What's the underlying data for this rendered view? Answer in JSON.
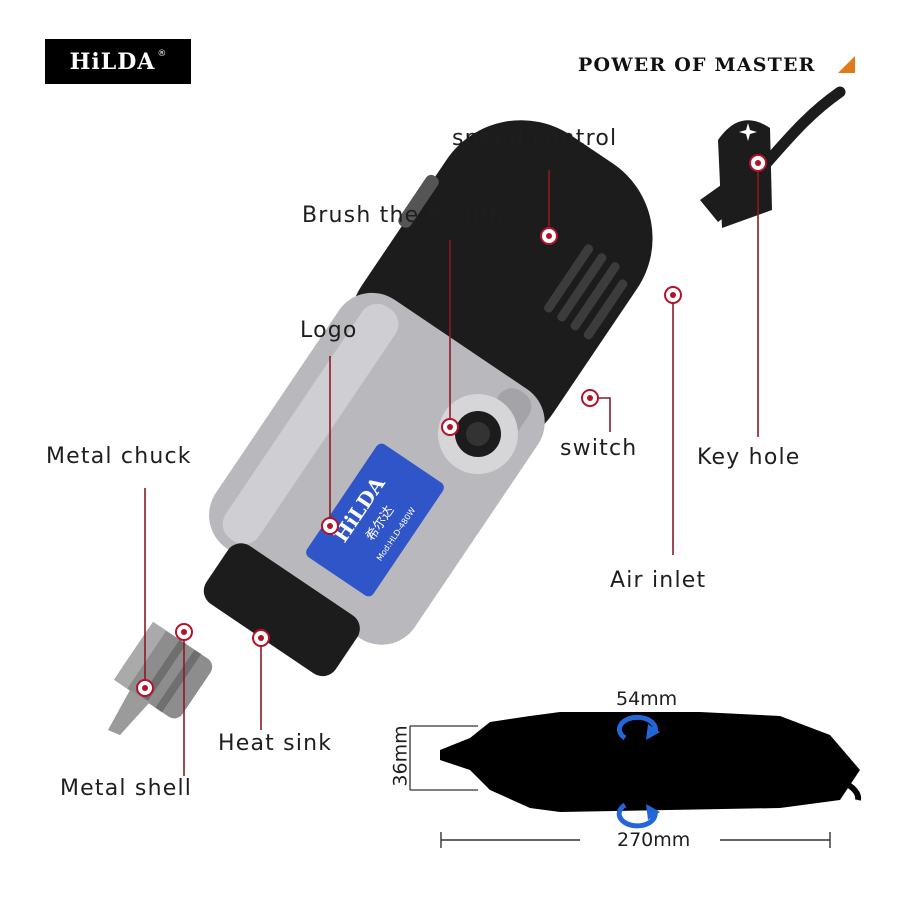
{
  "brand": {
    "name": "HiLDA",
    "registered_mark": "®",
    "tagline": "POWER OF MASTER"
  },
  "product_badge": {
    "brand": "HiLDA",
    "chinese_name": "希尔达",
    "model": "Mod:HLD-480W"
  },
  "callouts": {
    "speed_control": "speed control",
    "brush_the_mouth": "Brush the mouth",
    "logo": "Logo",
    "metal_chuck": "Metal chuck",
    "switch": "switch",
    "key_hole": "Key hole",
    "air_inlet": "Air inlet",
    "heat_sink": "Heat sink",
    "metal_shell": "Metal shell"
  },
  "dimensions": {
    "diameter": "54mm",
    "height": "36mm",
    "length": "270mm"
  },
  "colors": {
    "accent": "#e07b1a",
    "callout_dot": "#b3122a",
    "callout_line": "#8a1a24",
    "body_grey": "#b9b9bd",
    "body_black": "#1c1c1c",
    "badge_blue": "#2f55c9",
    "arrow_blue": "#2266d8"
  }
}
